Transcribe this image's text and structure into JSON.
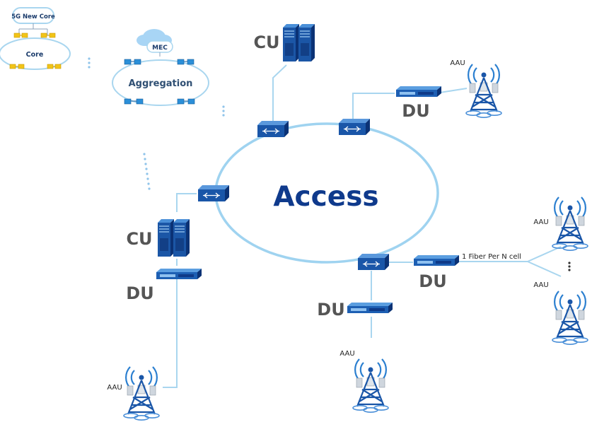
{
  "labels": {
    "core_top": "5G New Core",
    "core": "Core",
    "mec": "MEC",
    "aggregation": "Aggregation",
    "access": "Access",
    "cu": "CU",
    "du": "DU",
    "aau": "AAU",
    "fiber_note": "1 Fiber Per N cell"
  },
  "icons": {
    "cloud": "cloud-icon",
    "server": "server-icon",
    "switch": "switch-icon",
    "du_unit": "du-unit-icon",
    "tower": "antenna-tower-icon"
  },
  "colors": {
    "ring": "#9fd3f0",
    "line": "#a9d6ef",
    "access_text": "#0f3a8c",
    "label_gray": "#555555",
    "device_dark": "#0d3f8e",
    "device_mid": "#1f63b9",
    "device_light": "#4a8fd8",
    "node_yellow": "#f2c418",
    "node_blue": "#2b8fd8"
  }
}
